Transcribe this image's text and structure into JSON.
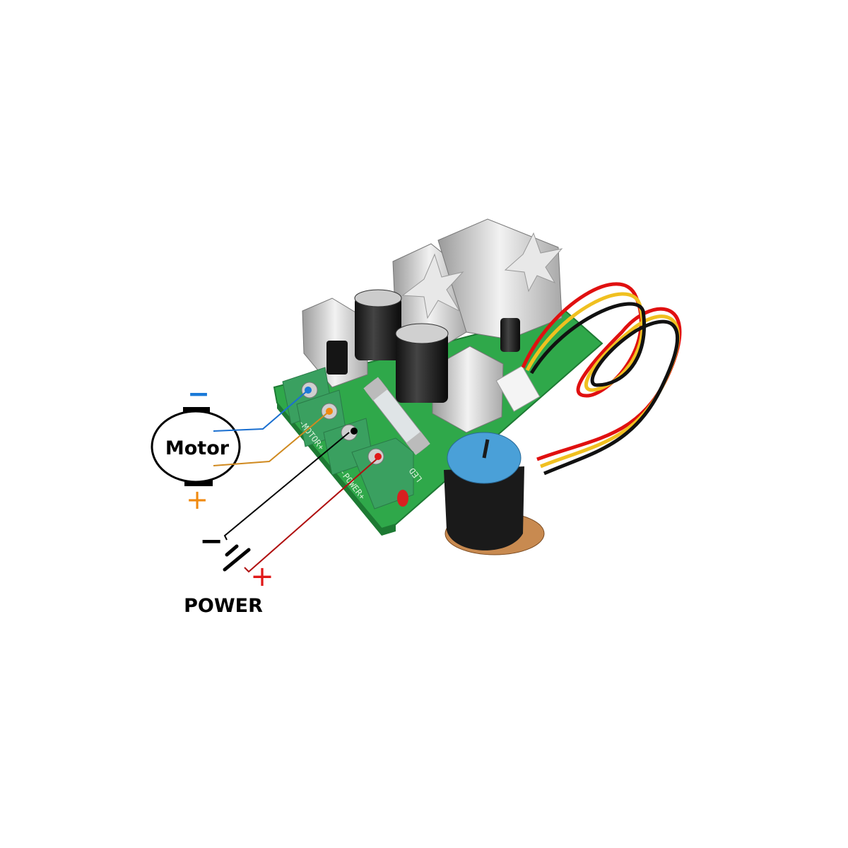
{
  "diagram": {
    "motor_label": "Motor",
    "motor_minus": "−",
    "motor_plus": "+",
    "power_label": "POWER",
    "power_minus": "−",
    "power_plus": "+",
    "board_silkscreen": {
      "motor_terminal": "-MOTOR+",
      "power_terminal": "-POWER+",
      "led": "LED"
    }
  },
  "colors": {
    "motor_negative_wire": "#1a6fd0",
    "motor_positive_wire": "#d08a20",
    "power_negative_wire": "#000000",
    "power_positive_wire": "#b01010",
    "minus_sign_motor": "#1a7ad8",
    "plus_sign_motor": "#f08a10",
    "plus_sign_power": "#e01818",
    "pcb": "#2fa84a",
    "terminal_block": "#3aa060",
    "knob_cap": "#4aa0d8"
  }
}
